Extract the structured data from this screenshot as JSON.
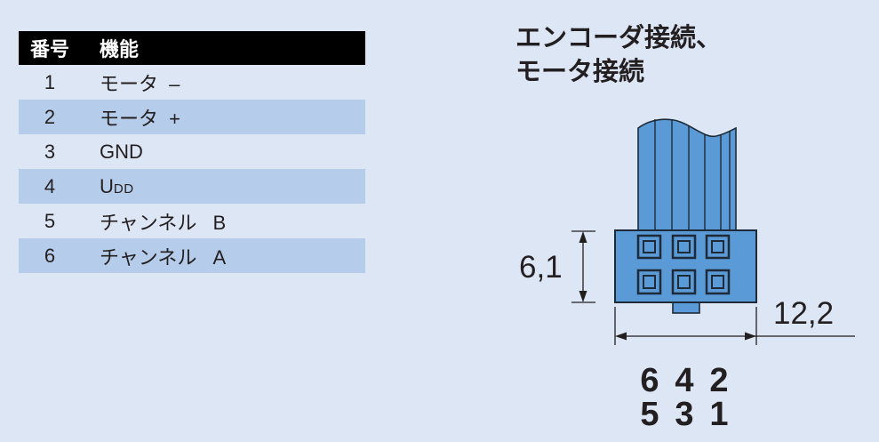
{
  "table": {
    "header": {
      "number": "番号",
      "function": "機能"
    },
    "rows": [
      {
        "number": "1",
        "function": "モータ –"
      },
      {
        "number": "2",
        "function": "モータ +"
      },
      {
        "number": "3",
        "function": "GND"
      },
      {
        "number": "4",
        "function": "U",
        "function_sub": "DD"
      },
      {
        "number": "5",
        "function": "チャンネル B"
      },
      {
        "number": "6",
        "function": "チャンネル A"
      }
    ]
  },
  "diagram": {
    "title": [
      "エンコーダ接続、",
      "モータ接続"
    ],
    "dimensions": {
      "height": "6,1",
      "width": "12,2"
    },
    "pin_labels": {
      "top": [
        "6",
        "4",
        "2"
      ],
      "bottom": [
        "5",
        "3",
        "1"
      ]
    }
  },
  "colors": {
    "page_bg": "#dce6f5",
    "row_stripe": "#b5cdea",
    "header_bg": "#000000",
    "header_text": "#ffffff",
    "text": "#231f20",
    "connector_fill": "#5a9ad6",
    "outline": "#1e2a38"
  }
}
